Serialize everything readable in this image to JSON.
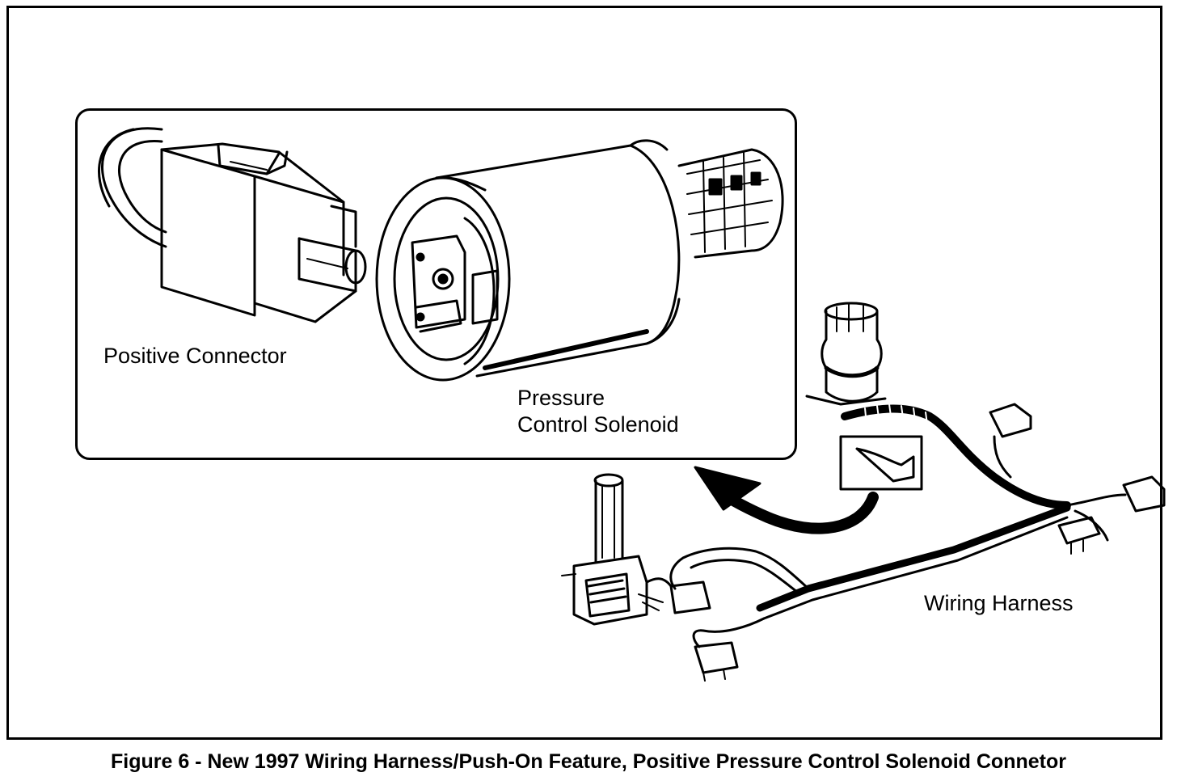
{
  "labels": {
    "positive_connector": "Positive Connector",
    "pressure_control_solenoid_line1": "Pressure",
    "pressure_control_solenoid_line2": "Control Solenoid",
    "wiring_harness": "Wiring Harness"
  },
  "caption": "Figure 6 - New 1997 Wiring Harness/Push-On Feature, Positive Pressure Control Solenoid Connetor"
}
